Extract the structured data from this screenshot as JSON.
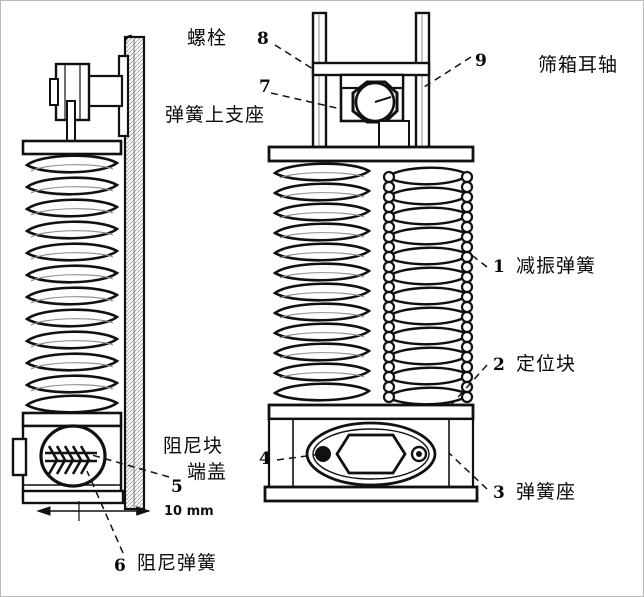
{
  "figure": {
    "kind": "engineering-assembly-drawing",
    "description": "Vibrating screen damping spring assembly, side section view (left) and front view (right)",
    "colors": {
      "ink": "#111111",
      "background": "#ffffff",
      "border": "#b9b9b9",
      "shade": "#8a8a8a"
    }
  },
  "callouts": {
    "item1": {
      "number": "1",
      "label": "减振弹簧"
    },
    "item2": {
      "number": "2",
      "label": "定位块"
    },
    "item3": {
      "number": "3",
      "label": "弹簧座"
    },
    "item4": {
      "number": "4",
      "label": "端盖"
    },
    "item5": {
      "number": "5",
      "label": "阻尼块"
    },
    "item6": {
      "number": "6",
      "label": "阻尼弹簧"
    },
    "item7": {
      "number": "7",
      "label": "弹簧上支座"
    },
    "item8": {
      "number": "8",
      "label": "螺栓"
    },
    "item9": {
      "number": "9",
      "label": "筛箱耳轴"
    }
  },
  "dimension": {
    "value": "10",
    "unit": "mm",
    "text": "10 mm"
  }
}
